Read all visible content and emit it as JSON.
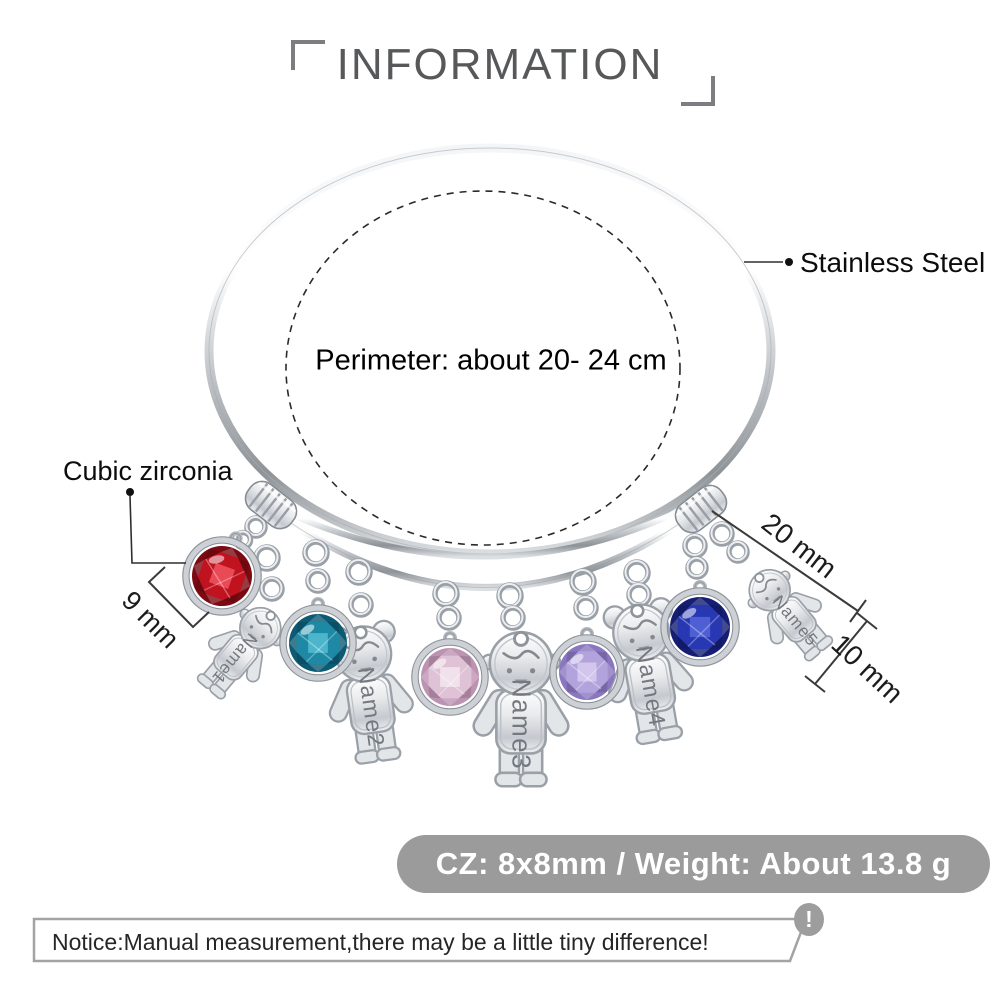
{
  "title": "INFORMATION",
  "labels": {
    "stainless_steel": "Stainless Steel",
    "cubic_zirconia": "Cubic zirconia",
    "perimeter": "Perimeter: about  20- 24 cm",
    "dim_gem_size": "9 mm",
    "dim_charm_height": "20 mm",
    "dim_charm_width": "10 mm"
  },
  "bracelet": {
    "material": "silver",
    "material_colors": {
      "light": "#ffffff",
      "mid": "#c6cad0",
      "dark": "#8e9398",
      "outline": "#9aa0a7"
    },
    "charms": [
      {
        "kind": "birthstone",
        "color_name": "red",
        "base": "#c0121f",
        "dark": "#7c0a13",
        "light": "#ef5560"
      },
      {
        "kind": "kid",
        "variant": "boy",
        "name": "Name1"
      },
      {
        "kind": "birthstone",
        "color_name": "teal",
        "base": "#1d89a5",
        "dark": "#0d5a74",
        "light": "#55bdd2"
      },
      {
        "kind": "kid",
        "variant": "girl",
        "name": "Name2"
      },
      {
        "kind": "birthstone",
        "color_name": "pink",
        "base": "#dfc2d6",
        "dark": "#bd93b2",
        "light": "#f4e6ef"
      },
      {
        "kind": "kid",
        "variant": "boy",
        "name": "Name3"
      },
      {
        "kind": "birthstone",
        "color_name": "lavender",
        "base": "#b2a3dc",
        "dark": "#8a77c0",
        "light": "#d7cdf0"
      },
      {
        "kind": "kid",
        "variant": "girl",
        "name": "Name4"
      },
      {
        "kind": "birthstone",
        "color_name": "blue",
        "base": "#2838b2",
        "dark": "#151e74",
        "light": "#5366d8"
      },
      {
        "kind": "kid",
        "variant": "boy",
        "name": "Name5"
      }
    ]
  },
  "banner": {
    "text": "CZ: 8x8mm  /  Weight: About 13.8 g",
    "bg": "#9b9b9b"
  },
  "notice": {
    "text": "Notice:Manual measurement,there may be a little tiny difference!",
    "badge": "!"
  }
}
